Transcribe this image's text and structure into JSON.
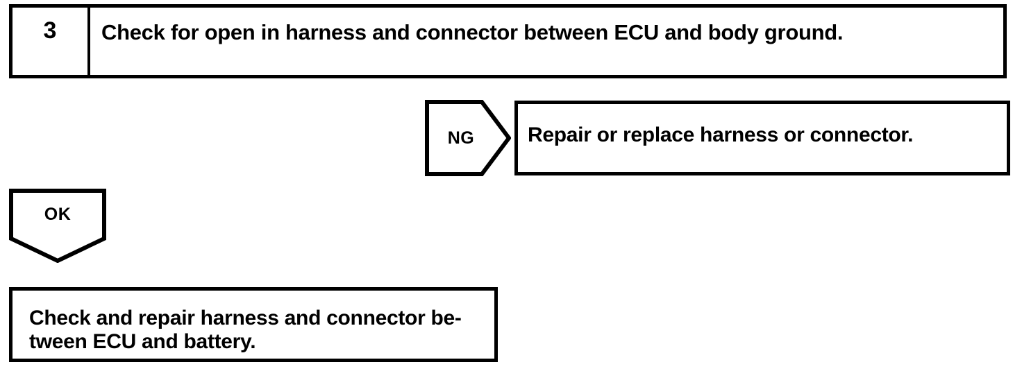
{
  "diagram": {
    "type": "troubleshooting-flowchart",
    "colors": {
      "ink": "#000000",
      "paper": "#ffffff"
    },
    "step": {
      "number": "3",
      "instruction": "Check for open in harness and connector between ECU and body ground."
    },
    "branch_ng": {
      "label": "NG",
      "action": "Repair or replace harness or connector."
    },
    "branch_ok": {
      "label": "OK",
      "action_line1": "Check and repair harness and connector be-",
      "action_line2": "tween ECU and battery."
    }
  }
}
